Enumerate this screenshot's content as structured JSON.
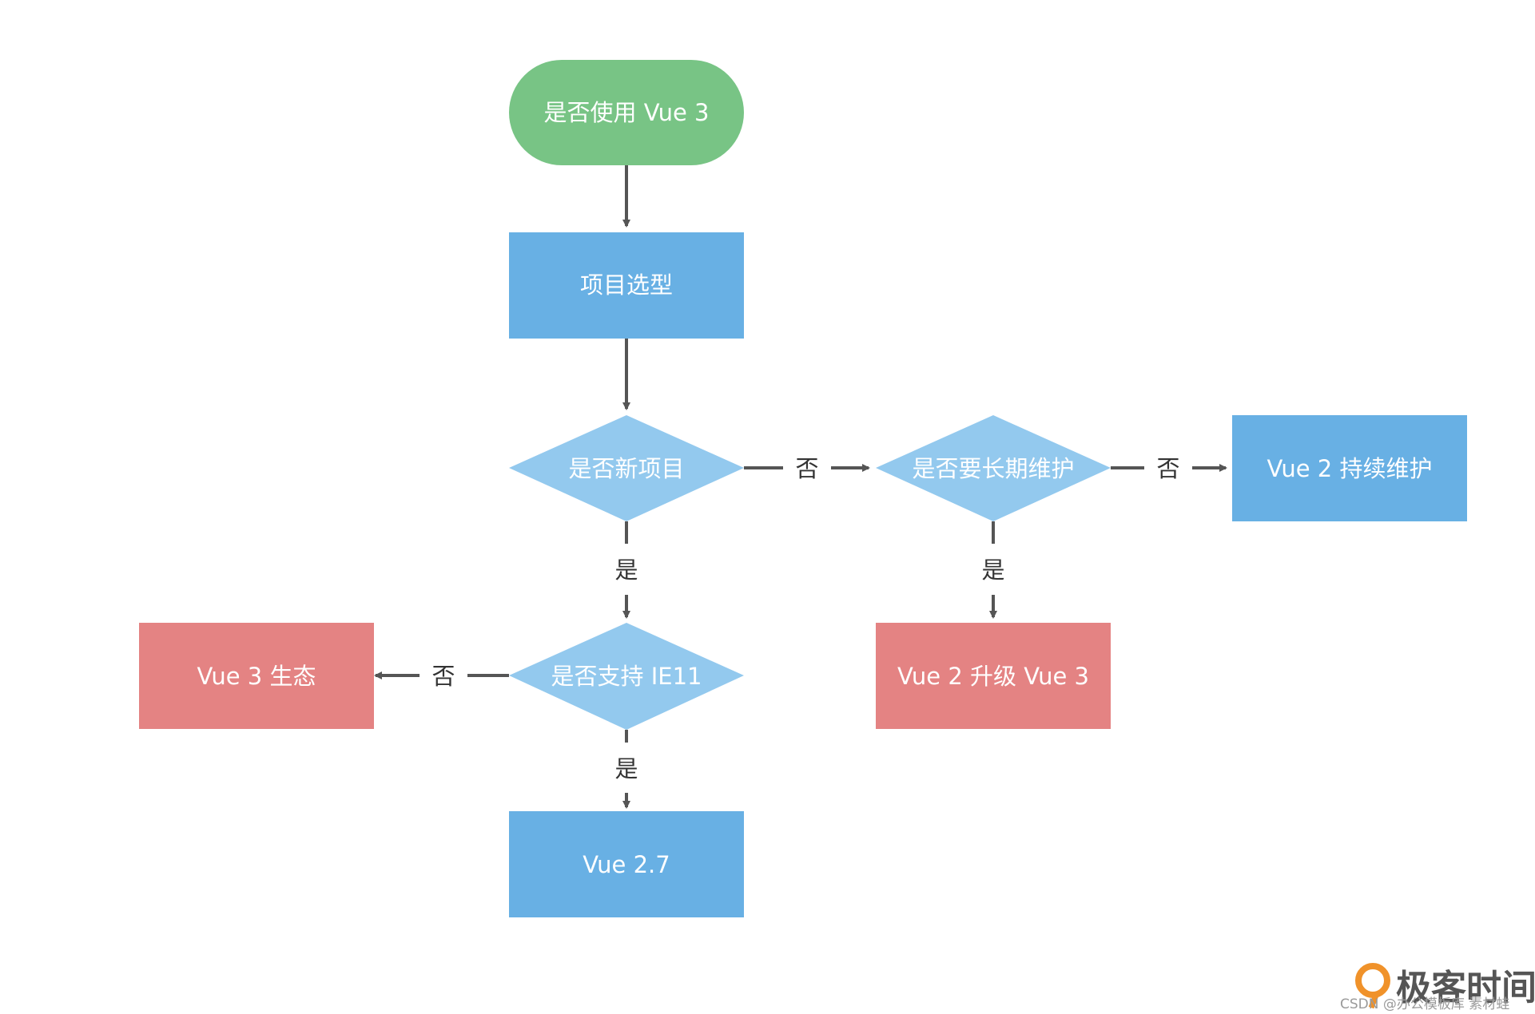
{
  "colors": {
    "green": "#78c485",
    "blue": "#68b0e4",
    "light_blue": "#93c9ee",
    "red": "#e48383",
    "edge": "#555555",
    "logo_orange": "#f0922a"
  },
  "nodes": {
    "start": {
      "label": "是否使用 Vue 3"
    },
    "selection": {
      "label": "项目选型"
    },
    "new_project": {
      "label": "是否新项目"
    },
    "long_term": {
      "label": "是否要长期维护"
    },
    "vue2_maintain": {
      "label": "Vue 2 持续维护"
    },
    "support_ie11": {
      "label": "是否支持 IE11"
    },
    "vue2_upgrade": {
      "label": "Vue 2 升级 Vue 3"
    },
    "vue3_ecosystem": {
      "label": "Vue 3 生态"
    },
    "vue27": {
      "label": "Vue 2.7"
    }
  },
  "edge_labels": {
    "new_no": "否",
    "long_no": "否",
    "new_yes": "是",
    "long_yes": "是",
    "ie_no": "否",
    "ie_yes": "是"
  },
  "watermark": {
    "brand": "极客时间",
    "credit": "CSDN @办公模板库 素材蛙"
  }
}
